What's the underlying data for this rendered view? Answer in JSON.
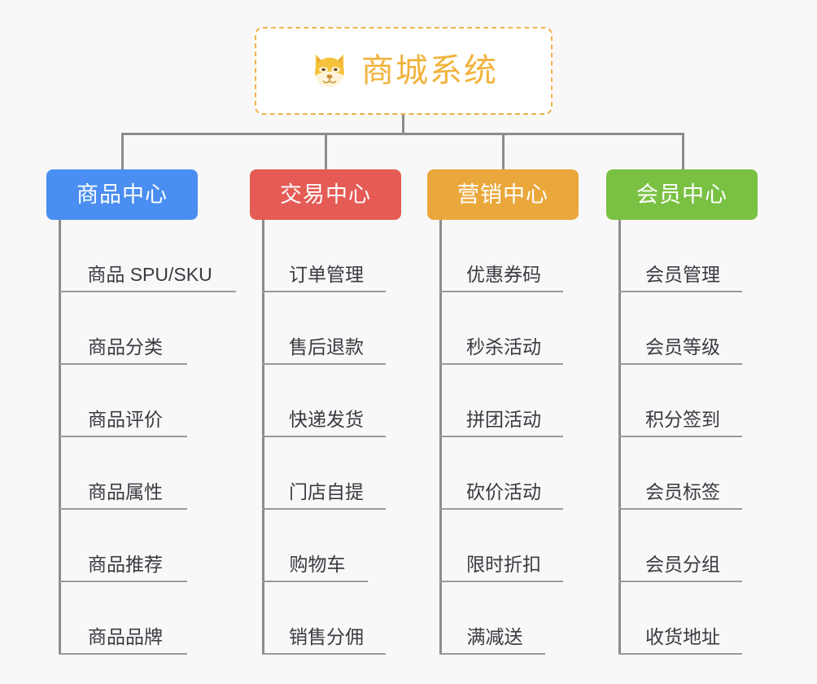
{
  "page": {
    "background_color": "#f8f8f8",
    "line_color": "#8c8c8c",
    "leaf_text_color": "#3a3a42"
  },
  "root": {
    "title": "商城系统",
    "icon": "shiba-dog-face-icon",
    "text_color": "#f2b23c",
    "border_color": "#f0b34a",
    "background_color": "#ffffff"
  },
  "branches": [
    {
      "label": "商品中心",
      "color": "#4a8ef1",
      "items": [
        "商品 SPU/SKU",
        "商品分类",
        "商品评价",
        "商品属性",
        "商品推荐",
        "商品品牌"
      ]
    },
    {
      "label": "交易中心",
      "color": "#e55b55",
      "items": [
        "订单管理",
        "售后退款",
        "快递发货",
        "门店自提",
        "购物车",
        "销售分佣"
      ]
    },
    {
      "label": "营销中心",
      "color": "#eaa83c",
      "items": [
        "优惠券码",
        "秒杀活动",
        "拼团活动",
        "砍价活动",
        "限时折扣",
        "满减送"
      ]
    },
    {
      "label": "会员中心",
      "color": "#7ac143",
      "items": [
        "会员管理",
        "会员等级",
        "积分签到",
        "会员标签",
        "会员分组",
        "收货地址"
      ]
    }
  ]
}
